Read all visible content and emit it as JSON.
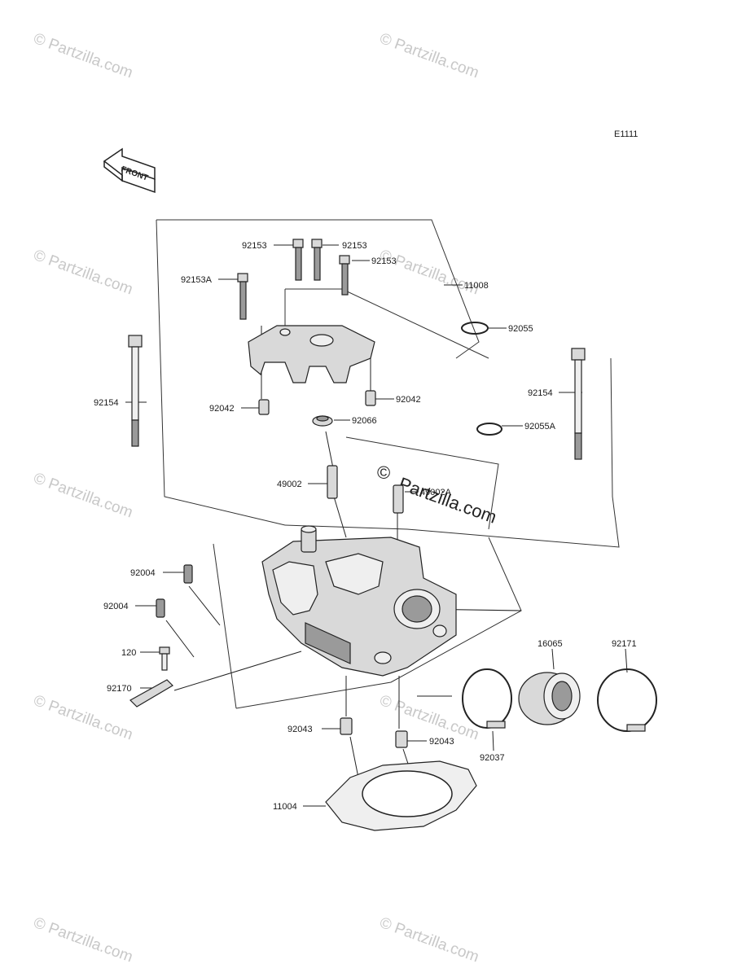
{
  "diagram_code": "E1111",
  "front_label": "FRONT",
  "watermark_text": "© Partzilla.com",
  "watermark_symbol": "©",
  "watermark_name": "Partzilla.com",
  "labels": {
    "p92153_a": "92153",
    "p92153_b": "92153",
    "p92153_c": "92153",
    "p92153A": "92153A",
    "p11008": "11008",
    "p92055": "92055",
    "p92154_left": "92154",
    "p92154_right": "92154",
    "p92042_left": "92042",
    "p92042_right": "92042",
    "p92066": "92066",
    "p92055A": "92055A",
    "p49002": "49002",
    "p49002A": "49002A",
    "p92004_a": "92004",
    "p92004_b": "92004",
    "p120": "120",
    "p92170": "92170",
    "p16065": "16065",
    "p92171": "92171",
    "p92043_left": "92043",
    "p92043_right": "92043",
    "p92037": "92037",
    "p11004": "11004"
  },
  "colors": {
    "line": "#222222",
    "watermark": "#c8c8c8",
    "part_fill": "#d9d9d9"
  }
}
